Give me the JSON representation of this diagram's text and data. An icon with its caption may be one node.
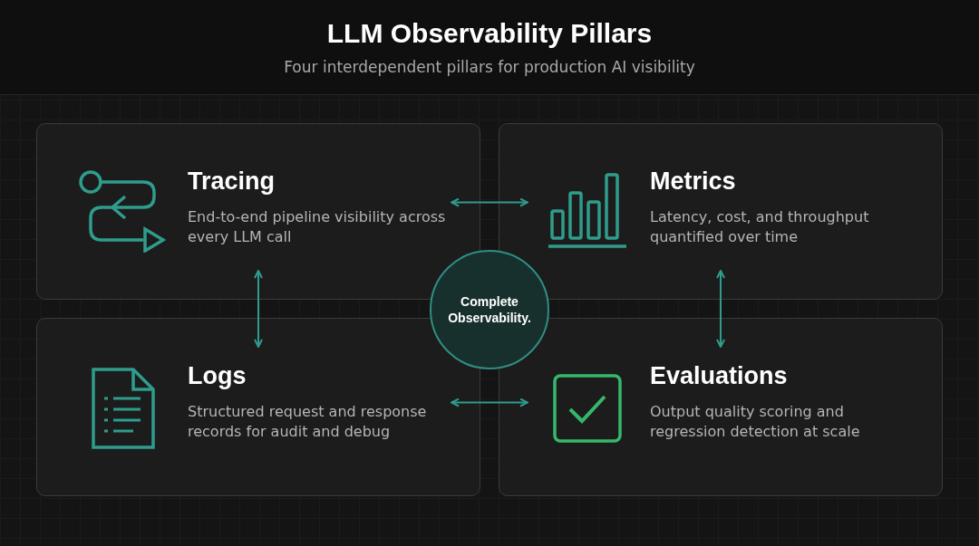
{
  "diagram": {
    "title": "LLM Observability Pillars",
    "nodes": [
      {
        "text": [
          "Tracing",
          "End-to-end pipeline visibility across every LLM call"
        ]
      },
      {
        "text": [
          "Metrics",
          "Latency, cost, and throughput quantified over time"
        ]
      },
      {
        "text": [
          "Complete Observability."
        ]
      },
      {
        "text": [
          "Logs",
          "Structured request and response records for audit and debug"
        ]
      },
      {
        "text": [
          "Evaluations",
          "Output quality scoring and regression detection at scale"
        ]
      }
    ],
    "edges": [
      {
        "from": 0,
        "to": 1,
        "arrow": "both"
      },
      {
        "from": 0,
        "to": 3,
        "arrow": "both"
      },
      {
        "from": 1,
        "to": 4,
        "arrow": "both"
      },
      {
        "from": 3,
        "to": 4,
        "arrow": "both"
      }
    ],
    "labels": [
      "Four interdependent pillars for production AI visibility"
    ]
  }
}
